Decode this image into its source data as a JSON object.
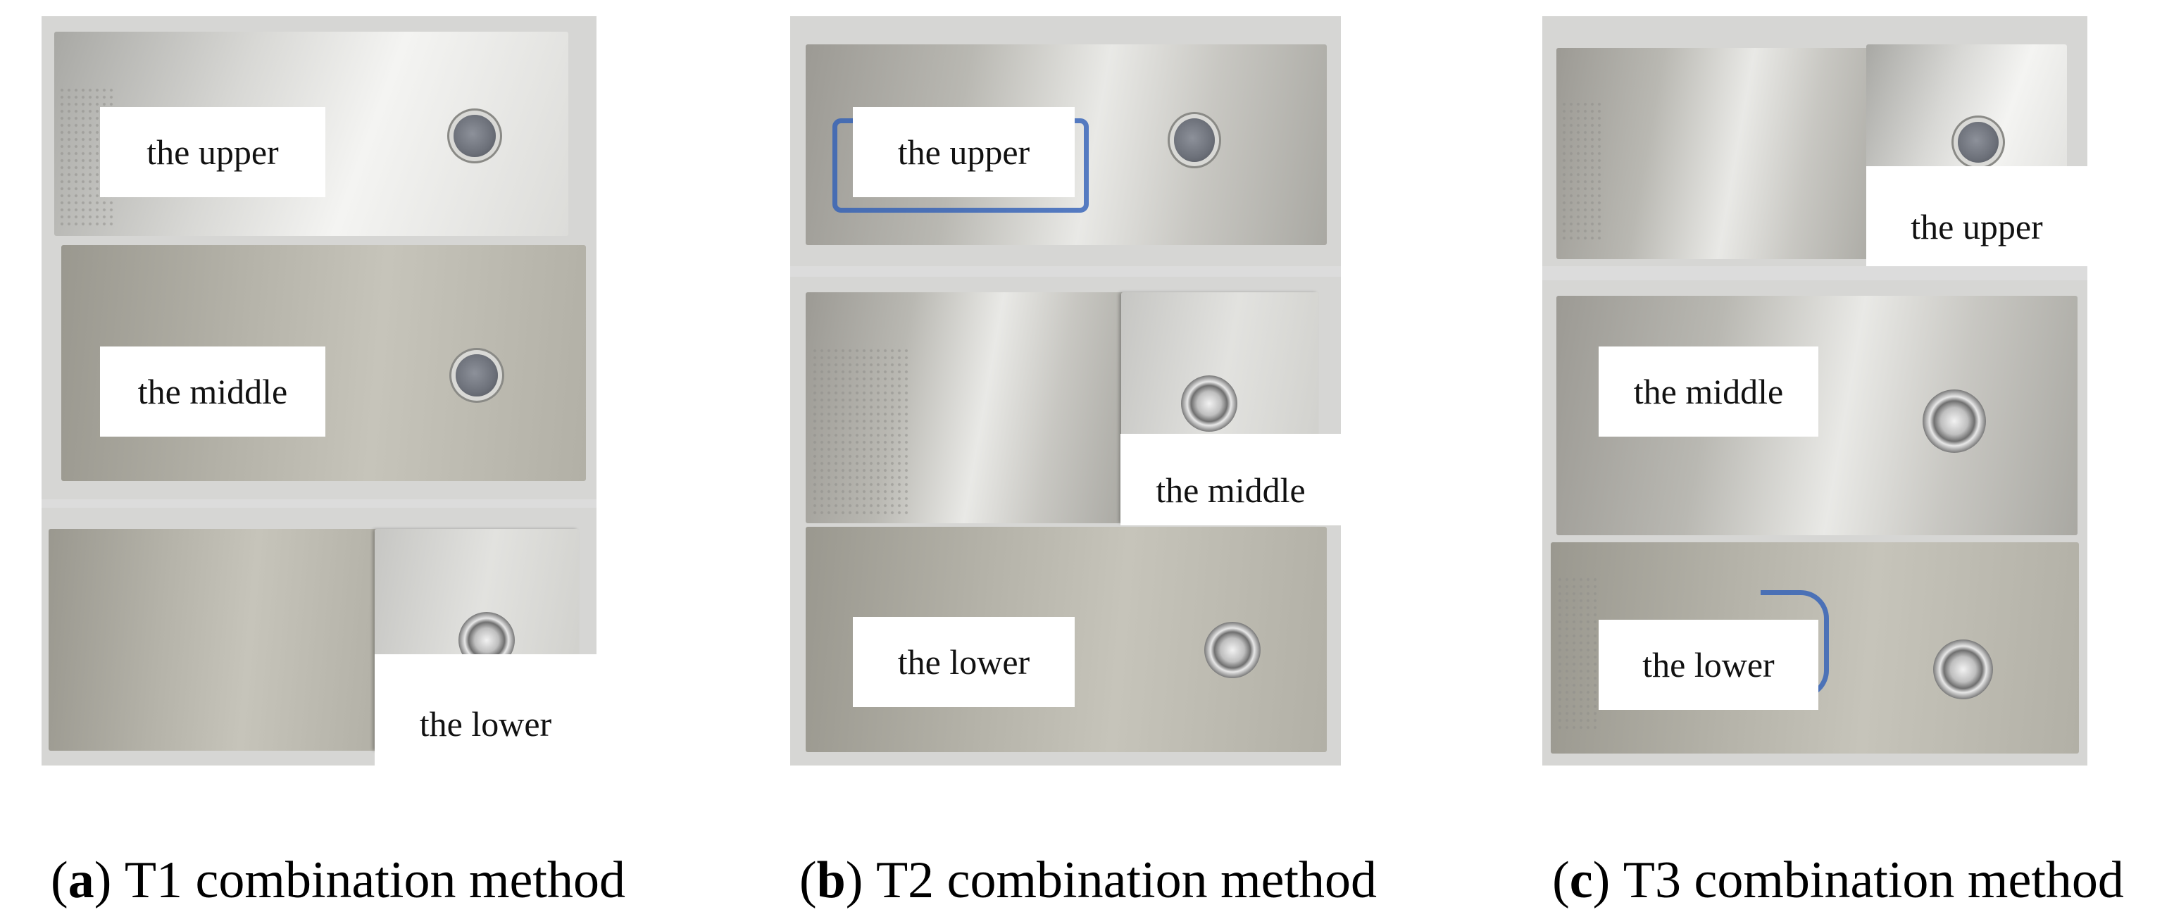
{
  "figure": {
    "panels": [
      {
        "id": "a",
        "letter": "a",
        "caption_text": "T1 combination method",
        "labels": {
          "upper": "the upper",
          "middle": "the middle",
          "lower": "the lower"
        }
      },
      {
        "id": "b",
        "letter": "b",
        "caption_text": "T2 combination method",
        "labels": {
          "upper": "the upper",
          "middle": "the middle",
          "lower": "the lower"
        }
      },
      {
        "id": "c",
        "letter": "c",
        "caption_text": "T3 combination method",
        "labels": {
          "upper": "the upper",
          "middle": "the middle",
          "lower": "the lower"
        }
      }
    ],
    "colors": {
      "background": "#ffffff",
      "label_box": "#ffffff",
      "text": "#000000",
      "steel": "#b9b8b2",
      "ink_marker": "#2f5fb8"
    }
  }
}
